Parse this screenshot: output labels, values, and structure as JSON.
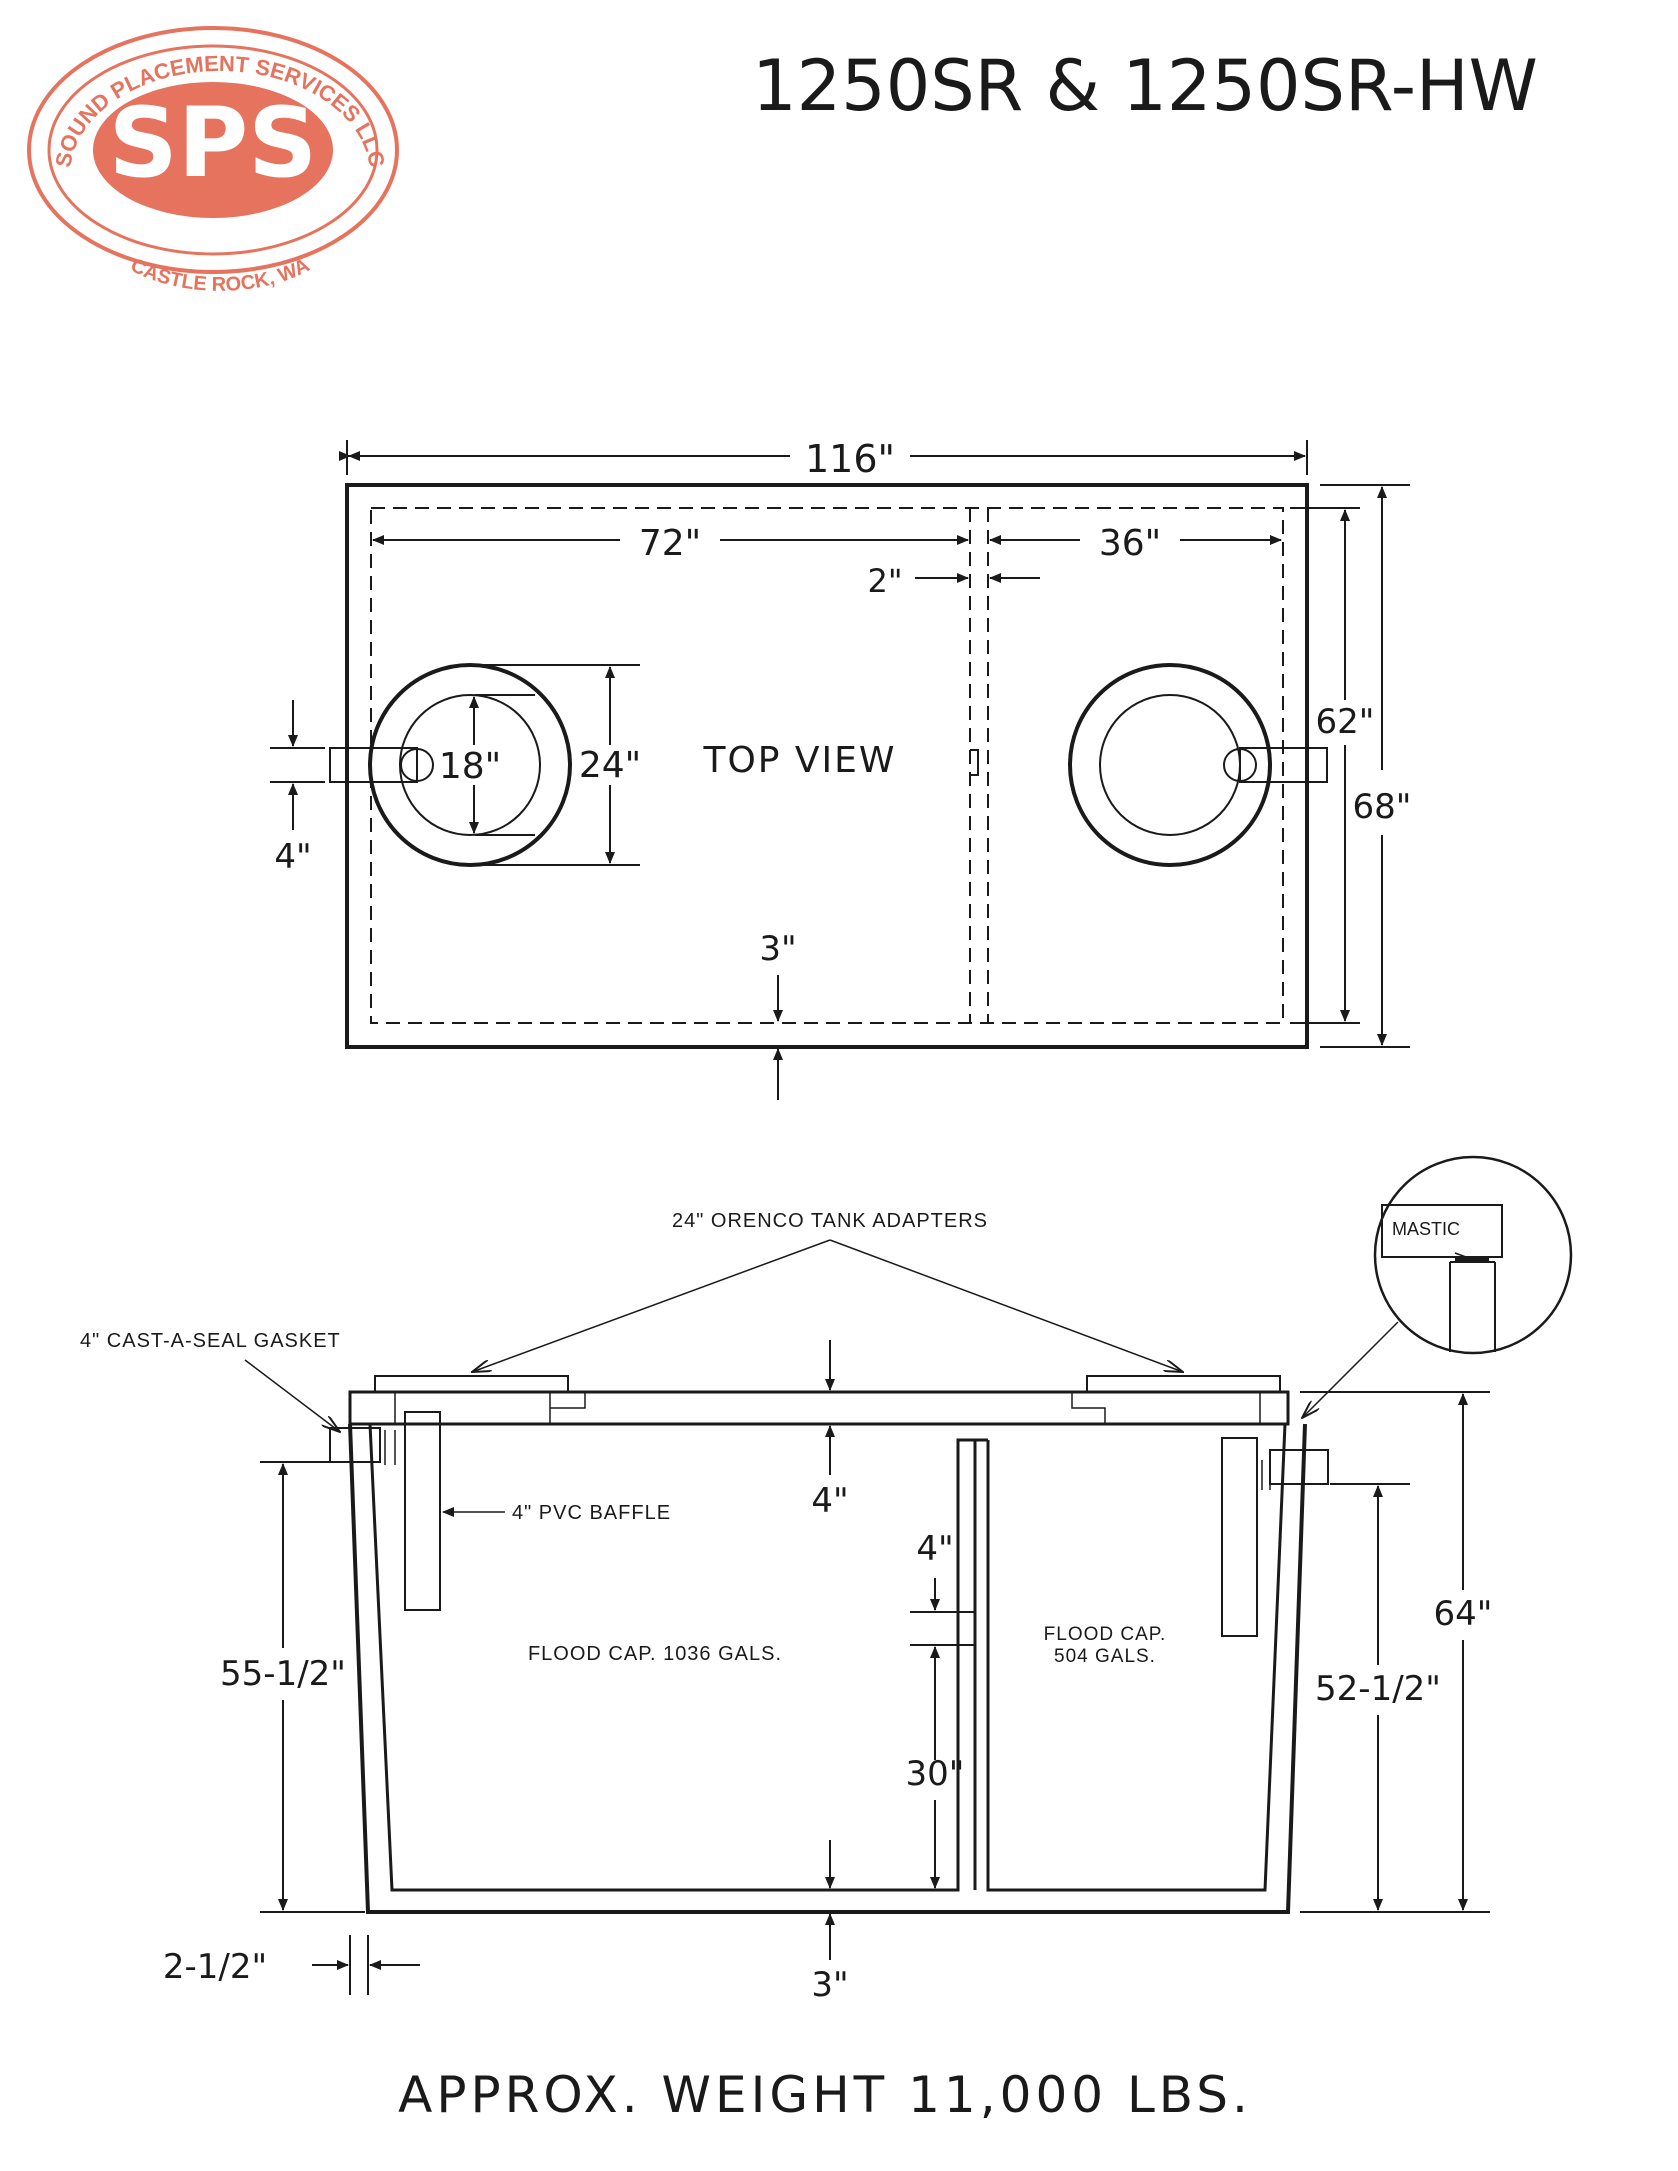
{
  "title": "1250SR & 1250SR-HW",
  "logo": {
    "initials": "SPS",
    "name": "SOUND PLACEMENT SERVICES LLC",
    "location": "CASTLE ROCK, WA",
    "color": "#e5735d"
  },
  "top_view": {
    "label": "TOP VIEW",
    "dims": {
      "overall_length": "116\"",
      "compartment_1": "72\"",
      "compartment_2": "36\"",
      "divider": "2\"",
      "inlet": "4\"",
      "inner_riser": "18\"",
      "outer_riser": "24\"",
      "inside_width": "62\"",
      "overall_width": "68\"",
      "wall": "3\""
    }
  },
  "section_view": {
    "labels": {
      "adapters": "24\" ORENCO TANK ADAPTERS",
      "gasket": "4\" CAST-A-SEAL GASKET",
      "baffle": "4\" PVC BAFFLE",
      "mastic": "MASTIC",
      "flood_1": "FLOOD CAP. 1036 GALS.",
      "flood_2_line1": "FLOOD CAP.",
      "flood_2_line2": "504 GALS."
    },
    "dims": {
      "lid": "4\"",
      "wall_top": "4\"",
      "wall_height": "30\"",
      "inlet_height": "55-1/2\"",
      "outlet_height": "52-1/2\"",
      "overall_height": "64\"",
      "floor": "3\"",
      "gasket_offset": "2-1/2\""
    }
  },
  "footer": "APPROX. WEIGHT 11,000 LBS."
}
